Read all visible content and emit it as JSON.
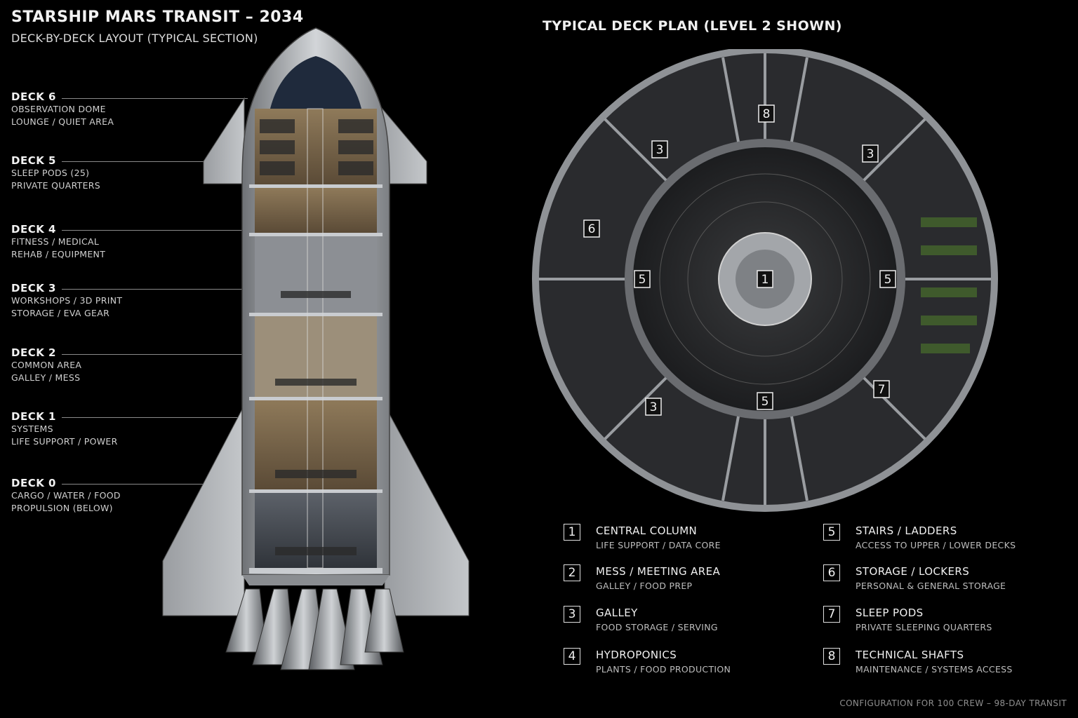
{
  "header": {
    "title": "STARSHIP MARS TRANSIT – 2034",
    "subtitle": "DECK-BY-DECK LAYOUT (TYPICAL SECTION)"
  },
  "decks": [
    {
      "name": "DECK 6",
      "line1": "OBSERVATION DOME",
      "line2": "LOUNGE / QUIET AREA"
    },
    {
      "name": "DECK 5",
      "line1": "SLEEP PODS (25)",
      "line2": "PRIVATE QUARTERS"
    },
    {
      "name": "DECK 4",
      "line1": "FITNESS / MEDICAL",
      "line2": "REHAB / EQUIPMENT"
    },
    {
      "name": "DECK 3",
      "line1": "WORKSHOPS / 3D PRINT",
      "line2": "STORAGE / EVA GEAR"
    },
    {
      "name": "DECK 2",
      "line1": "COMMON AREA",
      "line2": "GALLEY / MESS"
    },
    {
      "name": "DECK 1",
      "line1": "SYSTEMS",
      "line2": "LIFE SUPPORT / POWER"
    },
    {
      "name": "DECK 0",
      "line1": "CARGO / WATER / FOOD",
      "line2": "PROPULSION (BELOW)"
    }
  ],
  "plan": {
    "title": "TYPICAL DECK PLAN (LEVEL 2 SHOWN)",
    "markers": [
      "8",
      "3",
      "3",
      "6",
      "5",
      "1",
      "5",
      "3",
      "5",
      "7"
    ]
  },
  "legend": [
    {
      "num": "1",
      "label": "CENTRAL COLUMN",
      "desc": "LIFE SUPPORT / DATA CORE"
    },
    {
      "num": "2",
      "label": "MESS / MEETING AREA",
      "desc": "GALLEY / FOOD PREP"
    },
    {
      "num": "3",
      "label": "GALLEY",
      "desc": "FOOD STORAGE / SERVING"
    },
    {
      "num": "4",
      "label": "HYDROPONICS",
      "desc": "PLANTS / FOOD PRODUCTION"
    },
    {
      "num": "5",
      "label": "STAIRS / LADDERS",
      "desc": "ACCESS TO UPPER / LOWER DECKS"
    },
    {
      "num": "6",
      "label": "STORAGE / LOCKERS",
      "desc": "PERSONAL & GENERAL STORAGE"
    },
    {
      "num": "7",
      "label": "SLEEP PODS",
      "desc": "PRIVATE SLEEPING QUARTERS"
    },
    {
      "num": "8",
      "label": "TECHNICAL SHAFTS",
      "desc": "MAINTENANCE / SYSTEMS ACCESS"
    }
  ],
  "footer": "CONFIGURATION FOR 100 CREW – 98-DAY TRANSIT",
  "colors": {
    "background": "#000000",
    "hull": "#b9bcc0",
    "interior_warm": "#7a6a52",
    "interior_cool": "#3c4048",
    "text": "#e6e6e6"
  }
}
